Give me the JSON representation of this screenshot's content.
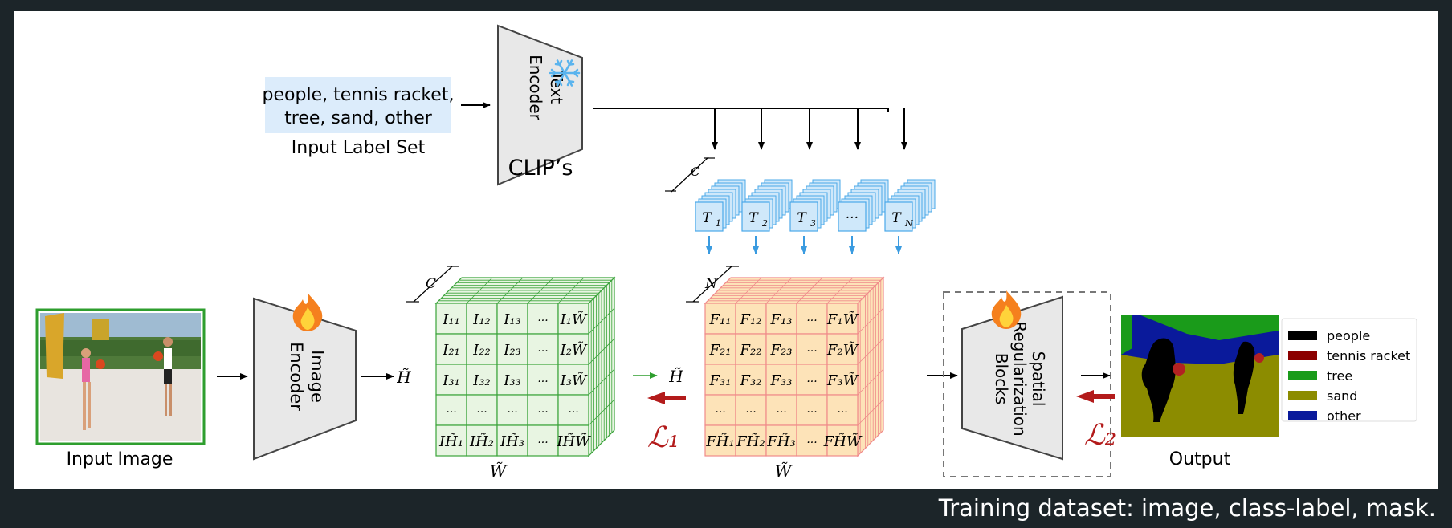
{
  "label_box": {
    "line1": "people, tennis racket,",
    "line2": "tree, sand, other"
  },
  "input_label_set": "Input Label Set",
  "text_encoder": {
    "label_line1": "Text",
    "label_line2": "Encoder",
    "prefix": "CLIP’s",
    "frozen_icon": "snowflake-icon"
  },
  "text_tokens": {
    "dim": "C",
    "tokens": [
      "T",
      "T",
      "T",
      "···",
      "T"
    ],
    "subs": [
      "1",
      "2",
      "3",
      "",
      "N"
    ]
  },
  "input_image": {
    "caption": "Input Image"
  },
  "image_encoder": {
    "label_line1": "Image",
    "label_line2": "Encoder",
    "trainable_icon": "flame-icon"
  },
  "image_features": {
    "dim_depth": "C",
    "dim_height": "H̃",
    "dim_width": "W̃",
    "rows": [
      [
        "I₁₁",
        "I₁₂",
        "I₁₃",
        "···",
        "I₁W̃"
      ],
      [
        "I₂₁",
        "I₂₂",
        "I₂₃",
        "···",
        "I₂W̃"
      ],
      [
        "I₃₁",
        "I₃₂",
        "I₃₃",
        "···",
        "I₃W̃"
      ],
      [
        "···",
        "···",
        "···",
        "···",
        "···"
      ],
      [
        "IH̃₁",
        "IH̃₂",
        "IH̃₃",
        "···",
        "IH̃W̃"
      ]
    ]
  },
  "loss1": "ℒ₁",
  "cost_volume": {
    "dim_depth": "N",
    "dim_height": "H̃",
    "dim_width": "W̃",
    "rows": [
      [
        "F₁₁",
        "F₁₂",
        "F₁₃",
        "···",
        "F₁W̃"
      ],
      [
        "F₂₁",
        "F₂₂",
        "F₂₃",
        "···",
        "F₂W̃"
      ],
      [
        "F₃₁",
        "F₃₂",
        "F₃₃",
        "···",
        "F₃W̃"
      ],
      [
        "···",
        "···",
        "···",
        "···",
        "···"
      ],
      [
        "FH̃₁",
        "FH̃₂",
        "FH̃₃",
        "···",
        "FH̃W̃"
      ]
    ]
  },
  "spatial_blocks": {
    "line1": "Spatial",
    "line2": "Regularization",
    "line3": "Blocks",
    "trainable_icon": "flame-icon"
  },
  "loss2": "ℒ₂",
  "output": {
    "caption": "Output"
  },
  "legend": [
    {
      "label": "people",
      "color": "#000000"
    },
    {
      "label": "tennis racket",
      "color": "#8b0000"
    },
    {
      "label": "tree",
      "color": "#1a9b1a"
    },
    {
      "label": "sand",
      "color": "#8c8c00"
    },
    {
      "label": "other",
      "color": "#0a1a9b"
    }
  ],
  "caption": "Training dataset: image, class-label, mask.",
  "colors": {
    "green": "#3aa33a",
    "green_fill": "#e8f5e2",
    "orange": "#f08a8a",
    "orange_fill": "#fde3b8",
    "blue": "#4aa8e8",
    "blue_fill": "#cfe8fa",
    "red_arrow": "#b31b1b",
    "encoder_fill": "#e8e8e8"
  }
}
